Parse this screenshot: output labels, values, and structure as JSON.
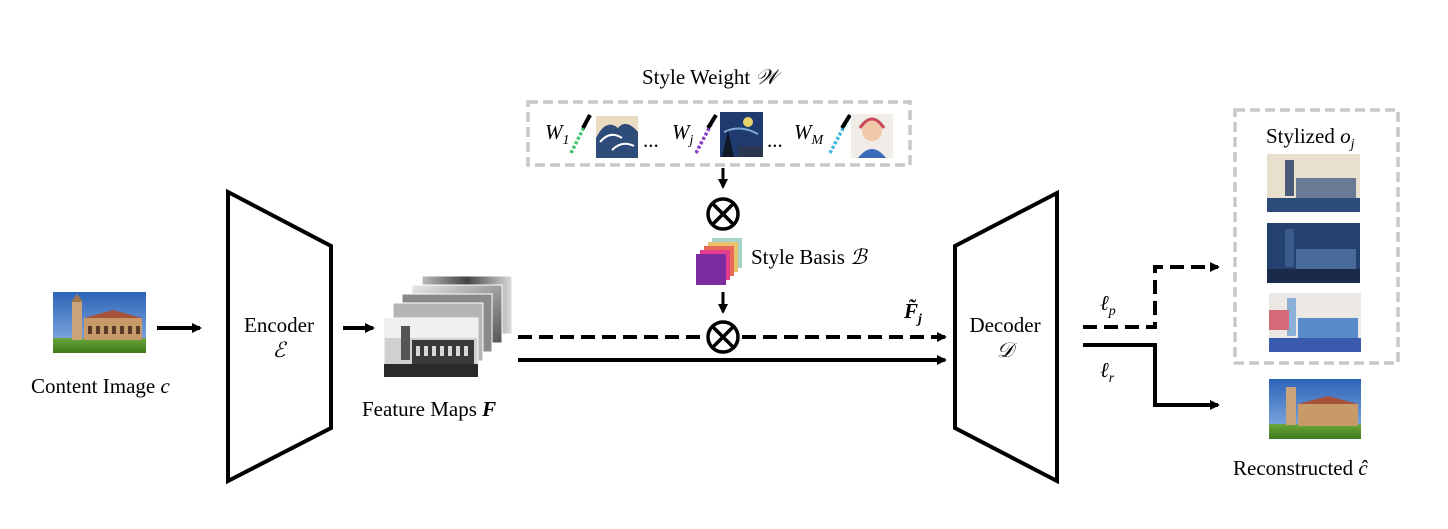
{
  "content": {
    "label": "Content Image",
    "symbol": "c"
  },
  "encoder": {
    "label": "Encoder",
    "symbol": "ℰ"
  },
  "feature_maps": {
    "label": "Feature Maps",
    "symbol": "F"
  },
  "style_weight": {
    "label": "Style Weight",
    "symbol": "𝒲",
    "w1": "W",
    "w1_sub": "1",
    "wj": "W",
    "wj_sub": "j",
    "wm": "W",
    "wm_sub": "M",
    "ellipsis": "..."
  },
  "style_basis": {
    "label": "Style Basis",
    "symbol": "ℬ"
  },
  "stylized_feature": {
    "symbol": "F̃",
    "sub": "j"
  },
  "decoder": {
    "label": "Decoder",
    "symbol": "𝒟"
  },
  "losses": {
    "perceptual": "ℓ",
    "perceptual_sub": "p",
    "reconstruction": "ℓ",
    "reconstruction_sub": "r"
  },
  "stylized_output": {
    "label": "Stylized",
    "symbol": "o",
    "sub": "j"
  },
  "reconstructed": {
    "label": "Reconstructed",
    "symbol": "ĉ"
  },
  "colors": {
    "line": "#000000",
    "dashed_box": "#c8c8c8",
    "basis_layers": [
      "#a7d3c8",
      "#e8c36a",
      "#e86a5a",
      "#e23c8c",
      "#7a2ca0"
    ],
    "w1_bars": "#3fc66e",
    "wj_bars": "#8a3fc6",
    "wm_bars": "#3fb8e0"
  }
}
